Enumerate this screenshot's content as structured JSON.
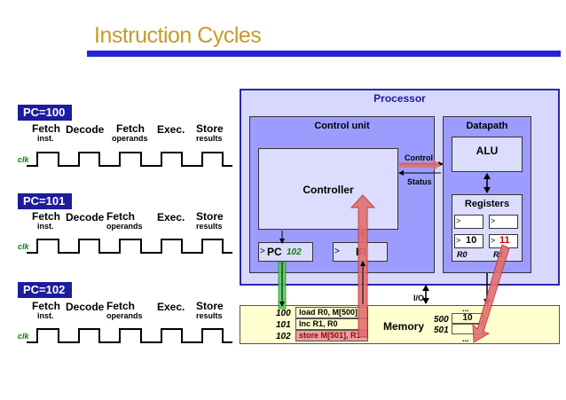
{
  "title": "Instruction Cycles",
  "cycles": [
    {
      "pc": "PC=100"
    },
    {
      "pc": "PC=101"
    },
    {
      "pc": "PC=102"
    }
  ],
  "stages": {
    "fetch": "Fetch",
    "fetch_sub": "inst.",
    "decode": "Decode",
    "fetch_op": "Fetch",
    "fetch_op_sub": "operands",
    "exec": "Exec.",
    "store": "Store",
    "store_sub": "results"
  },
  "clk_label": "clk",
  "processor": {
    "title": "Processor",
    "control_unit": "Control unit",
    "controller": "Controller",
    "pc_label": "PC",
    "pc_value": "102",
    "ir_label": "IR",
    "datapath": "Datapath",
    "alu": "ALU",
    "registers": "Registers",
    "r0_value": "10",
    "r1_value": "11",
    "r0_name": "R0",
    "r1_name": "R1",
    "control_label": "Control",
    "status_label": "Status",
    "io_label": "I/O"
  },
  "memory": {
    "label": "Memory",
    "addr_100": "100",
    "addr_101": "101",
    "addr_102": "102",
    "instr_100": "load  R0,  M[500]",
    "instr_101": "Inc     R1,  R0",
    "instr_102": "store M[501], R1",
    "addr_500": "500",
    "addr_501": "501",
    "val_500": "10",
    "dots": "..."
  },
  "colors": {
    "title": "#c79a2a",
    "accent_blue": "#2424d6",
    "dark_blue": "#1c1c9c",
    "green": "#2a9a2a",
    "red": "#c83030"
  }
}
